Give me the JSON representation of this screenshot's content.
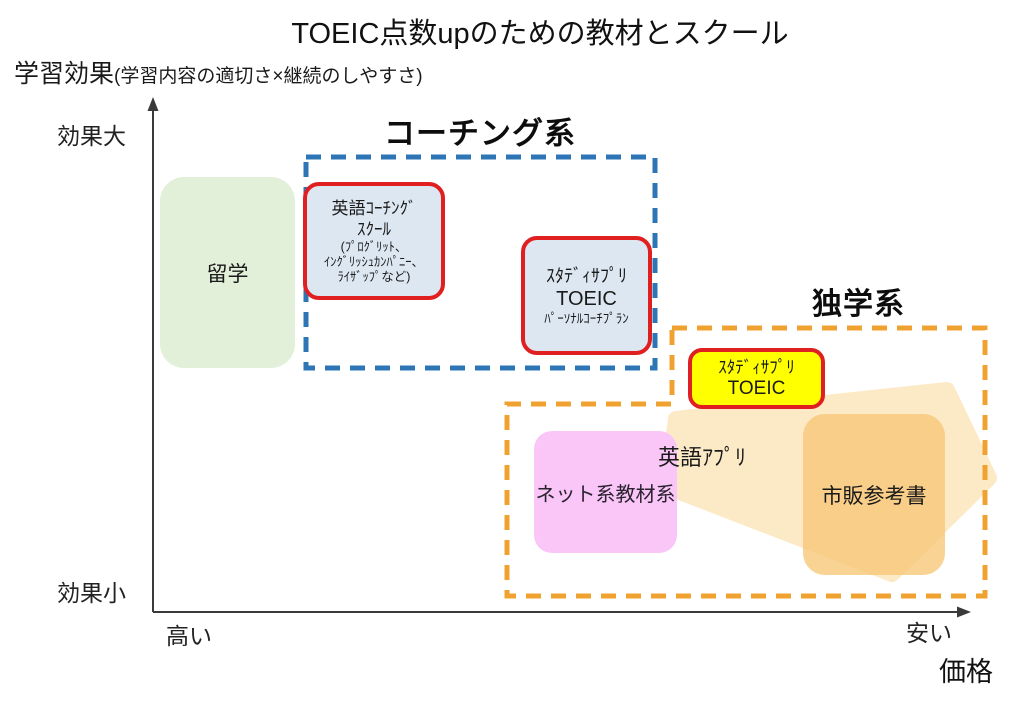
{
  "title": "TOEIC点数upのための教材とスクール",
  "axis": {
    "y_title": "学習効果",
    "y_title_sub": "(学習内容の適切さ×継続のしやすさ)",
    "y_top_label": "効果大",
    "y_bottom_label": "効果小",
    "x_left_label": "高い",
    "x_right_label": "安い",
    "x_title": "価格",
    "line_color": "#3a3a3a"
  },
  "groups": {
    "coaching": {
      "label": "コーチング系",
      "border_color": "#2e75b6",
      "border_style": "dashed"
    },
    "selfstudy": {
      "label": "独学系",
      "border_color": "#f0a230",
      "border_style": "dashed"
    }
  },
  "items": {
    "ryugaku": {
      "label": "留学",
      "fill": "#e2efd9"
    },
    "coaching_school": {
      "line1": "英語ｺｰﾁﾝｸﾞ",
      "line2": "ｽｸｰﾙ",
      "sub1": "(ﾌﾟﾛｸﾞﾘｯﾄ、",
      "sub2": "ｲﾝｸﾞﾘｯｼｭｶﾝﾊﾟﾆｰ、",
      "sub3": "ﾗｲｻﾞｯﾌﾟなど)",
      "fill": "#dde7f2",
      "border": "#e02020"
    },
    "sapuri_coach": {
      "line1": "ｽﾀﾃﾞｨｻﾌﾟﾘ",
      "line2": "TOEIC",
      "sub": "ﾊﾟｰｿﾅﾙｺｰﾁﾌﾟﾗﾝ",
      "fill": "#dde7f2",
      "border": "#e02020"
    },
    "sapuri": {
      "line1": "ｽﾀﾃﾞｨｻﾌﾟﾘ",
      "line2": "TOEIC",
      "fill": "#ffff00",
      "border": "#e02020"
    },
    "eigo_app": {
      "label": "英語ｱﾌﾟﾘ",
      "fill": "#fce9c6"
    },
    "shihan": {
      "label": "市販参考書",
      "fill": "#f6c676"
    },
    "net_kyozai": {
      "label": "ネット系教材系",
      "fill": "#f9c6f7"
    }
  }
}
